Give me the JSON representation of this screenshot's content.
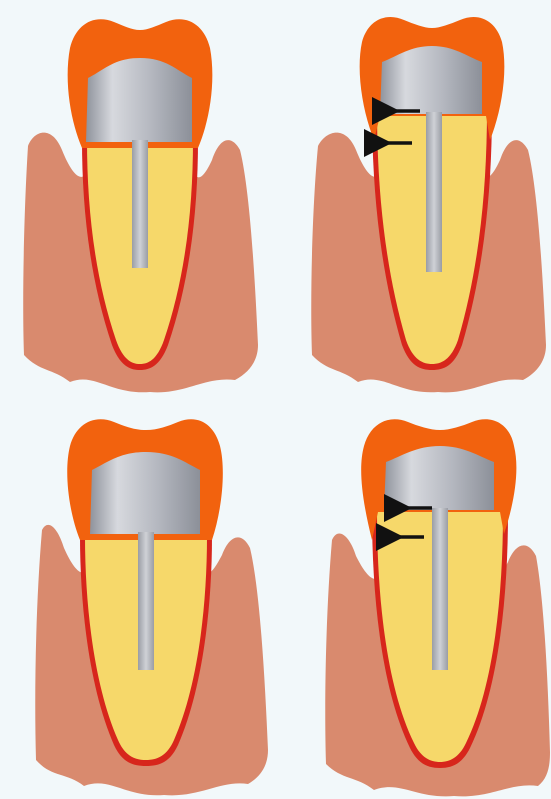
{
  "figure": {
    "panels": [
      {
        "position": "top-left",
        "arrows": 0
      },
      {
        "position": "top-right",
        "arrows": 2
      },
      {
        "position": "bottom-left",
        "arrows": 0
      },
      {
        "position": "bottom-right",
        "arrows": 2
      }
    ],
    "colors": {
      "background": "#f2f8fa",
      "gum": "#d98a6e",
      "gum_line": "#d7261c",
      "root_fill": "#f6d86a",
      "crown": "#f2620e",
      "metal_core": "#b9bcc4",
      "metal_post": "#aeb1b8",
      "arrow": "#111111"
    }
  }
}
